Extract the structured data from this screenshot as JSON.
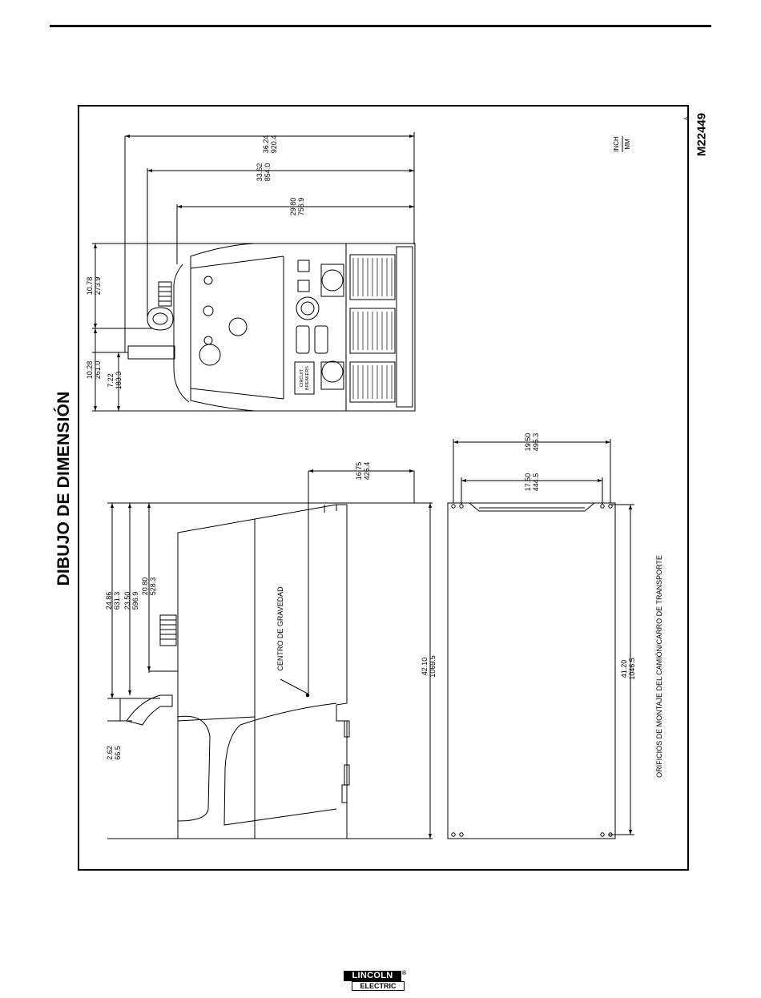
{
  "page": {
    "title": "DIBUJO DE DIMENSIÓN",
    "drawing_number": "M22449",
    "revision": "A"
  },
  "units": {
    "top": "INCH",
    "bottom": "MM"
  },
  "top_view": {
    "dims": [
      {
        "inch": "36.24",
        "mm": "920.4"
      },
      {
        "inch": "33.62",
        "mm": "854.0"
      },
      {
        "inch": "29.80",
        "mm": "756.9"
      },
      {
        "inch": "10.78",
        "mm": "273.9"
      },
      {
        "inch": "10.28",
        "mm": "261.0"
      },
      {
        "inch": "7.22",
        "mm": "183.3"
      }
    ],
    "panel_label": [
      "CIRCUIT",
      "BREAKERS"
    ]
  },
  "side_view": {
    "dims": [
      {
        "inch": "16.75",
        "mm": "425.4"
      },
      {
        "inch": "24.86",
        "mm": "631.3"
      },
      {
        "inch": "23.50",
        "mm": "596.9"
      },
      {
        "inch": "20.80",
        "mm": "528.3"
      },
      {
        "inch": "2.62",
        "mm": "66.5"
      },
      {
        "inch": "42.10",
        "mm": "1069.5"
      }
    ],
    "cg_label": "CENTRO DE GRAVEDAD"
  },
  "base_view": {
    "dims": [
      {
        "inch": "19.50",
        "mm": "495.3"
      },
      {
        "inch": "17.50",
        "mm": "444.5"
      },
      {
        "inch": "41.20",
        "mm": "1046.5"
      }
    ],
    "holes_label": "ORIFICIOS DE MONTAJE DEL CAMIÓN/CARRO DE TRANSPORTE"
  },
  "logo": {
    "top": "LINCOLN",
    "bottom": "ELECTRIC",
    "reg": "®"
  }
}
